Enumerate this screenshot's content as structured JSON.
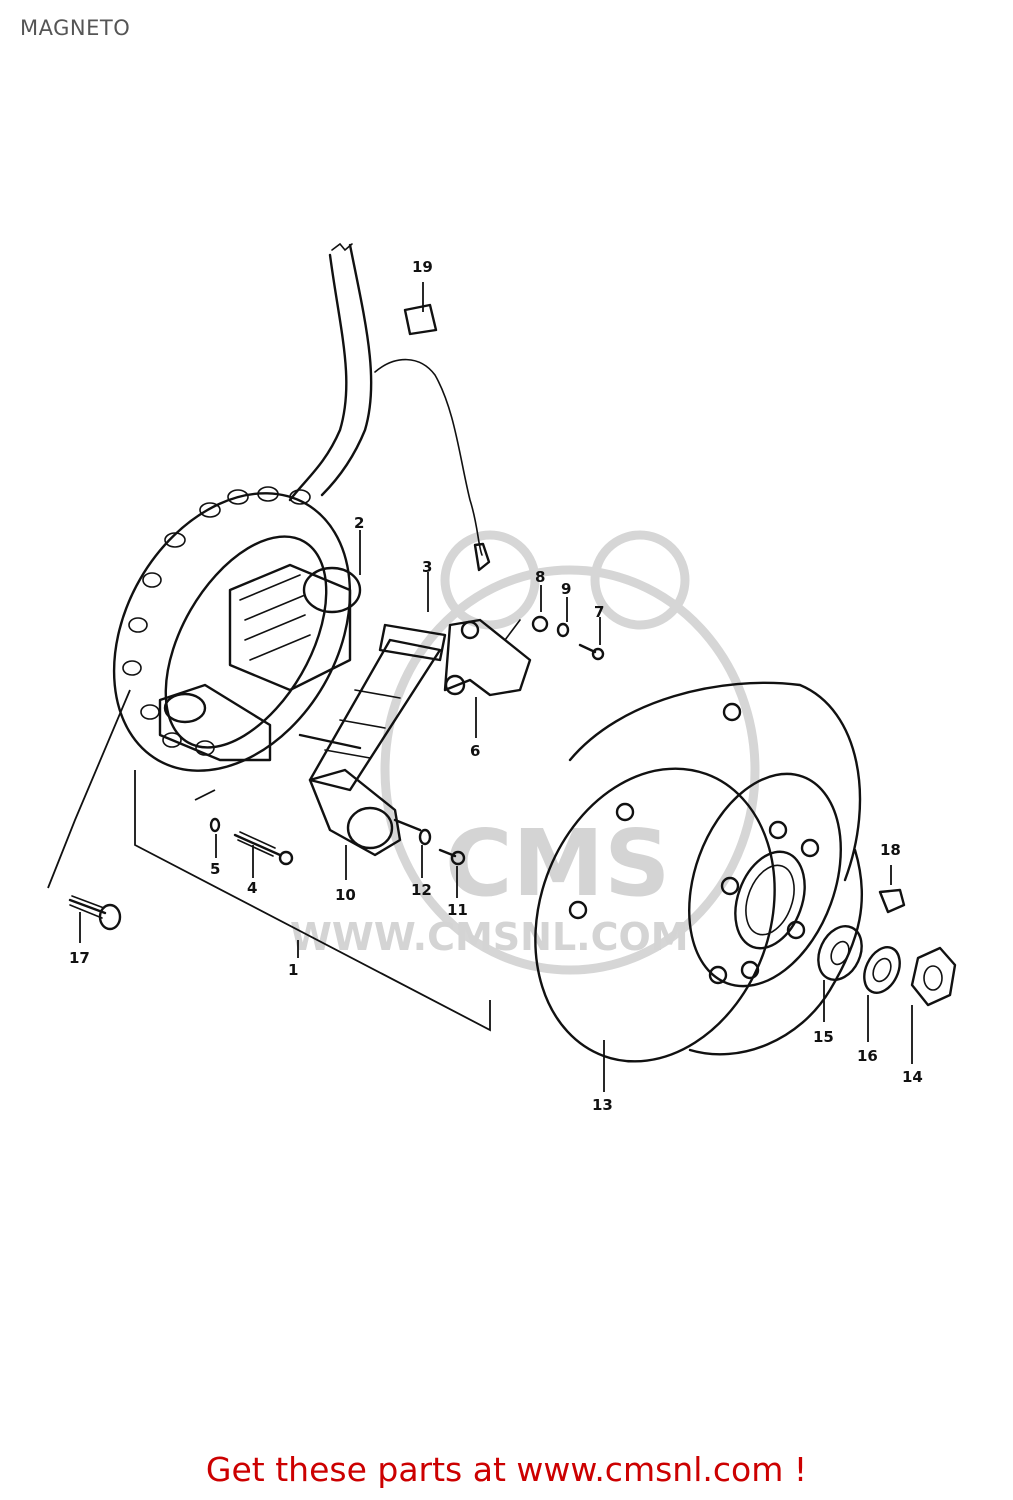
{
  "title": "MAGNETO",
  "footer": "Get these parts at www.cmsnl.com !",
  "watermark": {
    "logo_text": "CMS",
    "url_text": "WWW.CMSNL.COM",
    "color": "#d4d4d4"
  },
  "colors": {
    "footer": "#cc0000",
    "title": "#555555",
    "lines": "#111111"
  },
  "callouts": [
    {
      "id": "1",
      "label": "1",
      "part": "stator-assembly"
    },
    {
      "id": "2",
      "label": "2",
      "part": "coil"
    },
    {
      "id": "3",
      "label": "3",
      "part": "lighting-coil"
    },
    {
      "id": "4",
      "label": "4",
      "part": "screw"
    },
    {
      "id": "5",
      "label": "5",
      "part": "lock-washer"
    },
    {
      "id": "6",
      "label": "6",
      "part": "contact-breaker-point"
    },
    {
      "id": "7",
      "label": "7",
      "part": "screw"
    },
    {
      "id": "8",
      "label": "8",
      "part": "washer"
    },
    {
      "id": "9",
      "label": "9",
      "part": "spring-washer"
    },
    {
      "id": "10",
      "label": "10",
      "part": "condenser"
    },
    {
      "id": "11",
      "label": "11",
      "part": "screw"
    },
    {
      "id": "12",
      "label": "12",
      "part": "lock-washer"
    },
    {
      "id": "13",
      "label": "13",
      "part": "flywheel-rotor"
    },
    {
      "id": "14",
      "label": "14",
      "part": "nut"
    },
    {
      "id": "15",
      "label": "15",
      "part": "washer"
    },
    {
      "id": "16",
      "label": "16",
      "part": "spring-washer"
    },
    {
      "id": "17",
      "label": "17",
      "part": "screw"
    },
    {
      "id": "18",
      "label": "18",
      "part": "key"
    },
    {
      "id": "19",
      "label": "19",
      "part": "grommet"
    }
  ]
}
